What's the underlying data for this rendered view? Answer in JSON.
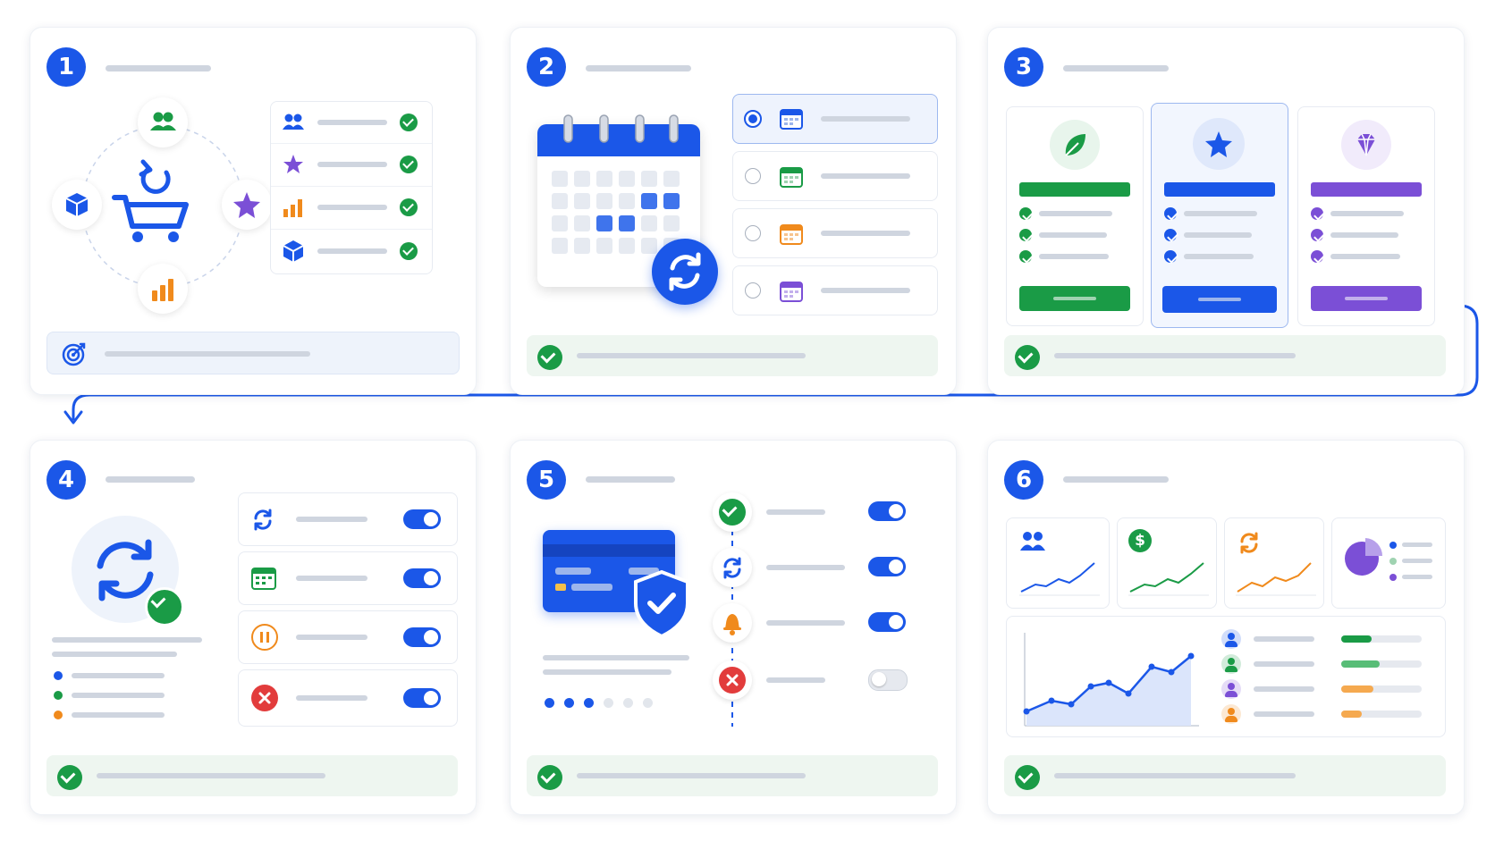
{
  "steps": [
    {
      "number": "1"
    },
    {
      "number": "2"
    },
    {
      "number": "3"
    },
    {
      "number": "4"
    },
    {
      "number": "5"
    },
    {
      "number": "6"
    }
  ],
  "colors": {
    "primary": "#1b57e8",
    "success": "#1a9b46",
    "warning": "#f08a1c",
    "purple": "#7b4fd6",
    "danger": "#e23c3c",
    "placeholder": "#cfd5df"
  },
  "icons": {
    "step1": [
      "users-icon",
      "cube-icon",
      "star-icon",
      "bar-chart-icon",
      "refresh-cart-icon",
      "target-icon"
    ],
    "step2": [
      "calendar-icon",
      "sync-icon",
      "radio-icon"
    ],
    "step3": [
      "leaf-icon",
      "star-icon",
      "diamond-icon"
    ],
    "step4": [
      "sync-icon",
      "calendar-icon",
      "pause-icon",
      "cancel-icon"
    ],
    "step5": [
      "credit-card-icon",
      "shield-check-icon",
      "refresh-icon",
      "bell-icon",
      "cancel-icon"
    ],
    "step6": [
      "users-icon",
      "dollar-icon",
      "refresh-icon",
      "pie-chart-icon",
      "user-icon"
    ]
  }
}
